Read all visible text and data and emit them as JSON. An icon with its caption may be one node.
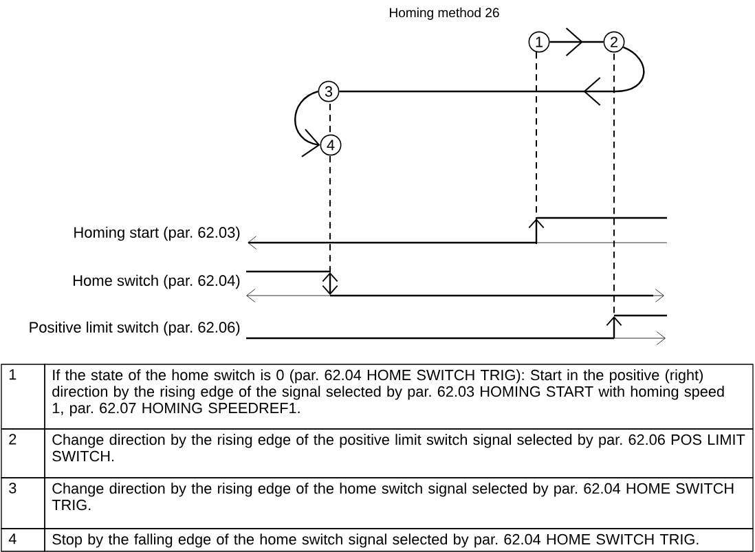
{
  "diagram": {
    "title": "Homing method 26",
    "nodes": [
      {
        "text": [
          "1"
        ]
      },
      {
        "text": [
          "2"
        ]
      },
      {
        "text": [
          "3"
        ]
      },
      {
        "text": [
          "4"
        ]
      }
    ],
    "edges": [
      {
        "from": 0,
        "to": 1,
        "arrow": "to"
      },
      {
        "from": 1,
        "to": 2,
        "arrow": "to"
      },
      {
        "from": 2,
        "to": 3,
        "arrow": "to"
      }
    ],
    "labels": [
      "Homing start (par. 62.03)",
      "Home switch (par. 62.04)",
      "Positive limit switch (par. 62.06)",
      "1",
      "If the state of the home switch is 0 (par. 62.04 HOME SWITCH TRIG): Start in the positive (right) direction by the rising edge of the signal selected by par. 62.03 HOMING START with homing speed 1, par. 62.07 HOMING SPEEDREF1.",
      "2",
      "Change direction by the rising edge of the positive limit switch signal selected by par. 62.06 POS LIMIT SWITCH.",
      "3",
      "Change direction by the rising edge of the home switch signal selected by par. 62.04 HOME SWITCH TRIG.",
      "4",
      "Stop by the falling edge of the home switch signal selected by par. 62.04 HOME SWITCH TRIG."
    ]
  }
}
